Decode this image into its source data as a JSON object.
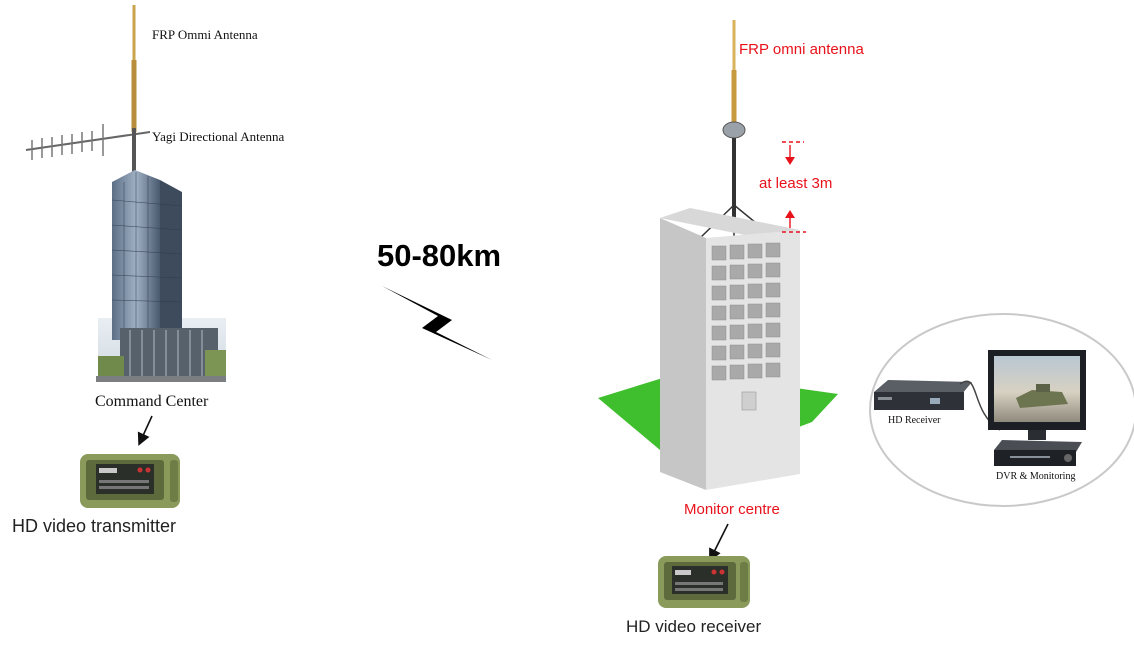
{
  "left": {
    "omni_antenna": "FRP Ommi Antenna",
    "yagi_antenna": "Yagi Directional Antenna",
    "command_center": "Command Center",
    "transmitter": "HD video transmitter"
  },
  "distance": "50-80km",
  "right": {
    "omni_antenna": "FRP omni antenna",
    "height_note": "at least 3m",
    "monitor_centre": "Monitor centre",
    "receiver": "HD video receiver",
    "hd_receiver": "HD Receiver",
    "dvr": "DVR & Monitoring"
  },
  "colors": {
    "accent_red": "#e8121b",
    "grass_green": "#3fbf2d",
    "case_green": "#8a9a5b"
  }
}
